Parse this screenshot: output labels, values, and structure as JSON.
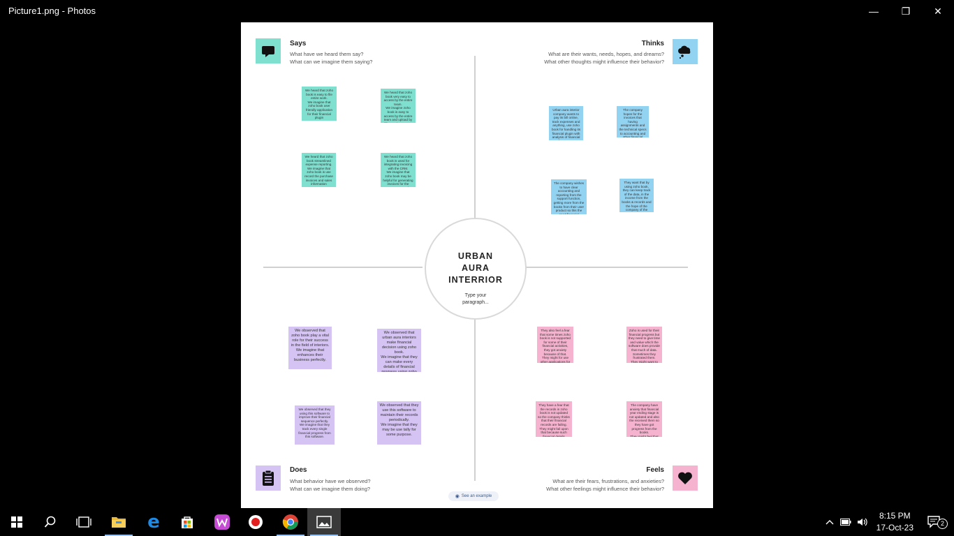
{
  "window": {
    "title": "Picture1.png - Photos",
    "minimize_glyph": "—",
    "restore_glyph": "❐",
    "close_glyph": "✕"
  },
  "center": {
    "title": "URBAN\nAURA\nINTERRIOR",
    "subtitle": "Type your\nparagraph..."
  },
  "quadrants": {
    "says": {
      "title": "Says",
      "questions": "What have we heard them say?\nWhat can we imagine them saying?",
      "icon": "speech-bubble-icon",
      "color": "#7fe0d0"
    },
    "thinks": {
      "title": "Thinks",
      "questions": "What are their wants, needs, hopes, and dreams?\nWhat other thoughts might influence their behavior?",
      "icon": "thought-cloud-icon",
      "color": "#93d3f2"
    },
    "does": {
      "title": "Does",
      "questions": "What behavior have we observed?\nWhat can we imagine them doing?",
      "icon": "clipboard-icon",
      "color": "#d4c3f3"
    },
    "feels": {
      "title": "Feels",
      "questions": "What are their fears, frustrations, and anxieties?\nWhat other feelings might influence their behavior?",
      "icon": "heart-icon",
      "color": "#f6b3cf"
    }
  },
  "notes": {
    "says": [
      "We heard that zoho book is easy to file entire work.\nWe imagine that zoho book user friendly application for their financial plugin",
      "We heard that zoho book very easy to access by the entire team.\nWe imagine zoho book is easy to access by the entire team and upload by different departments",
      "We heard that zoho book streamlined expense reporting.\nWe imagine that zoho book is use record the purchase invoices and sales information",
      "We heard that zoho book is used for integrating invoicing with the CRM.\nWe imagine that zoho book may be helpful for generating invoices for the customers and"
    ],
    "thinks": [
      "Urban aura interior company wants to pay its bill online, track expenses and anything, use zoho book for handling its financial plugin with analysis of financial for support operations.\nThey hope that zoho book will help them plan its financial progress in that the book.",
      "The company hopes for the invoices that having assignments and the technical specs to accounting and other financial progress.\nThe company hopes to easily get their financial operations and the financial assistance.",
      "The company wishes to have clear accounting and reporting from the support function, getting more from the books from their user product so this the good financial expense in the book. The thoughts is to build the books to see all the numbers that it is related for their users.",
      "They want that by using zoho book, they can keep track of the data, in the income from the books & records and the hope of the company of the other financial relation. They hope that they have the accounting for the book every single time. It is helpful for them."
    ],
    "does": [
      "We observed that zoho book play a vital role for their success in the field of interiors.\nWe imagine that enhances their business perfectly.",
      "We observed that urban aura interiors make financial decision using zoho book.\nWe imagine that they can make every details of financial progress using zoho book.",
      "We observed that they using this software to improve their financial sequence perfectly.\nWe imagine that they track every single financial progress from this software.",
      "We observed that they use this software to maintain their records periodically.\nWe imagine that they may be use tally for some purpose."
    ],
    "feels": [
      "They also feel a fear that some times zoho book is not supported for some of their financial activities, they got anxiety because of that.\nThey might for use other applications for their financial progress.",
      "Zoho is used for their financial progress but they need to give time and value which the software does provide that much of data. Sometimes they frustrated them.\nThey might want to use invoices and records like in a paper form.",
      "They have a fear that the records in zoho book is not updated so the company thinks that their financial records are failing.\nThey might fail upon that because such financial details through zoho book is not being maintained.",
      "The company have anxiety that financial year ending stage is not updated and also the received them so they have got progress from the books.\nThey might feel that are not maintained in their financial details for the users, they feel that the financial progress may be used."
    ]
  },
  "example_button": "See an example",
  "taskbar": {
    "apps": [
      "start-icon",
      "search-icon",
      "task-view-icon",
      "file-explorer-icon",
      "edge-icon",
      "store-icon",
      "wps-office-icon",
      "screen-recorder-icon",
      "chrome-icon",
      "photos-icon"
    ],
    "time": "8:15 PM",
    "date": "17-Oct-23",
    "notification_count": "2"
  }
}
